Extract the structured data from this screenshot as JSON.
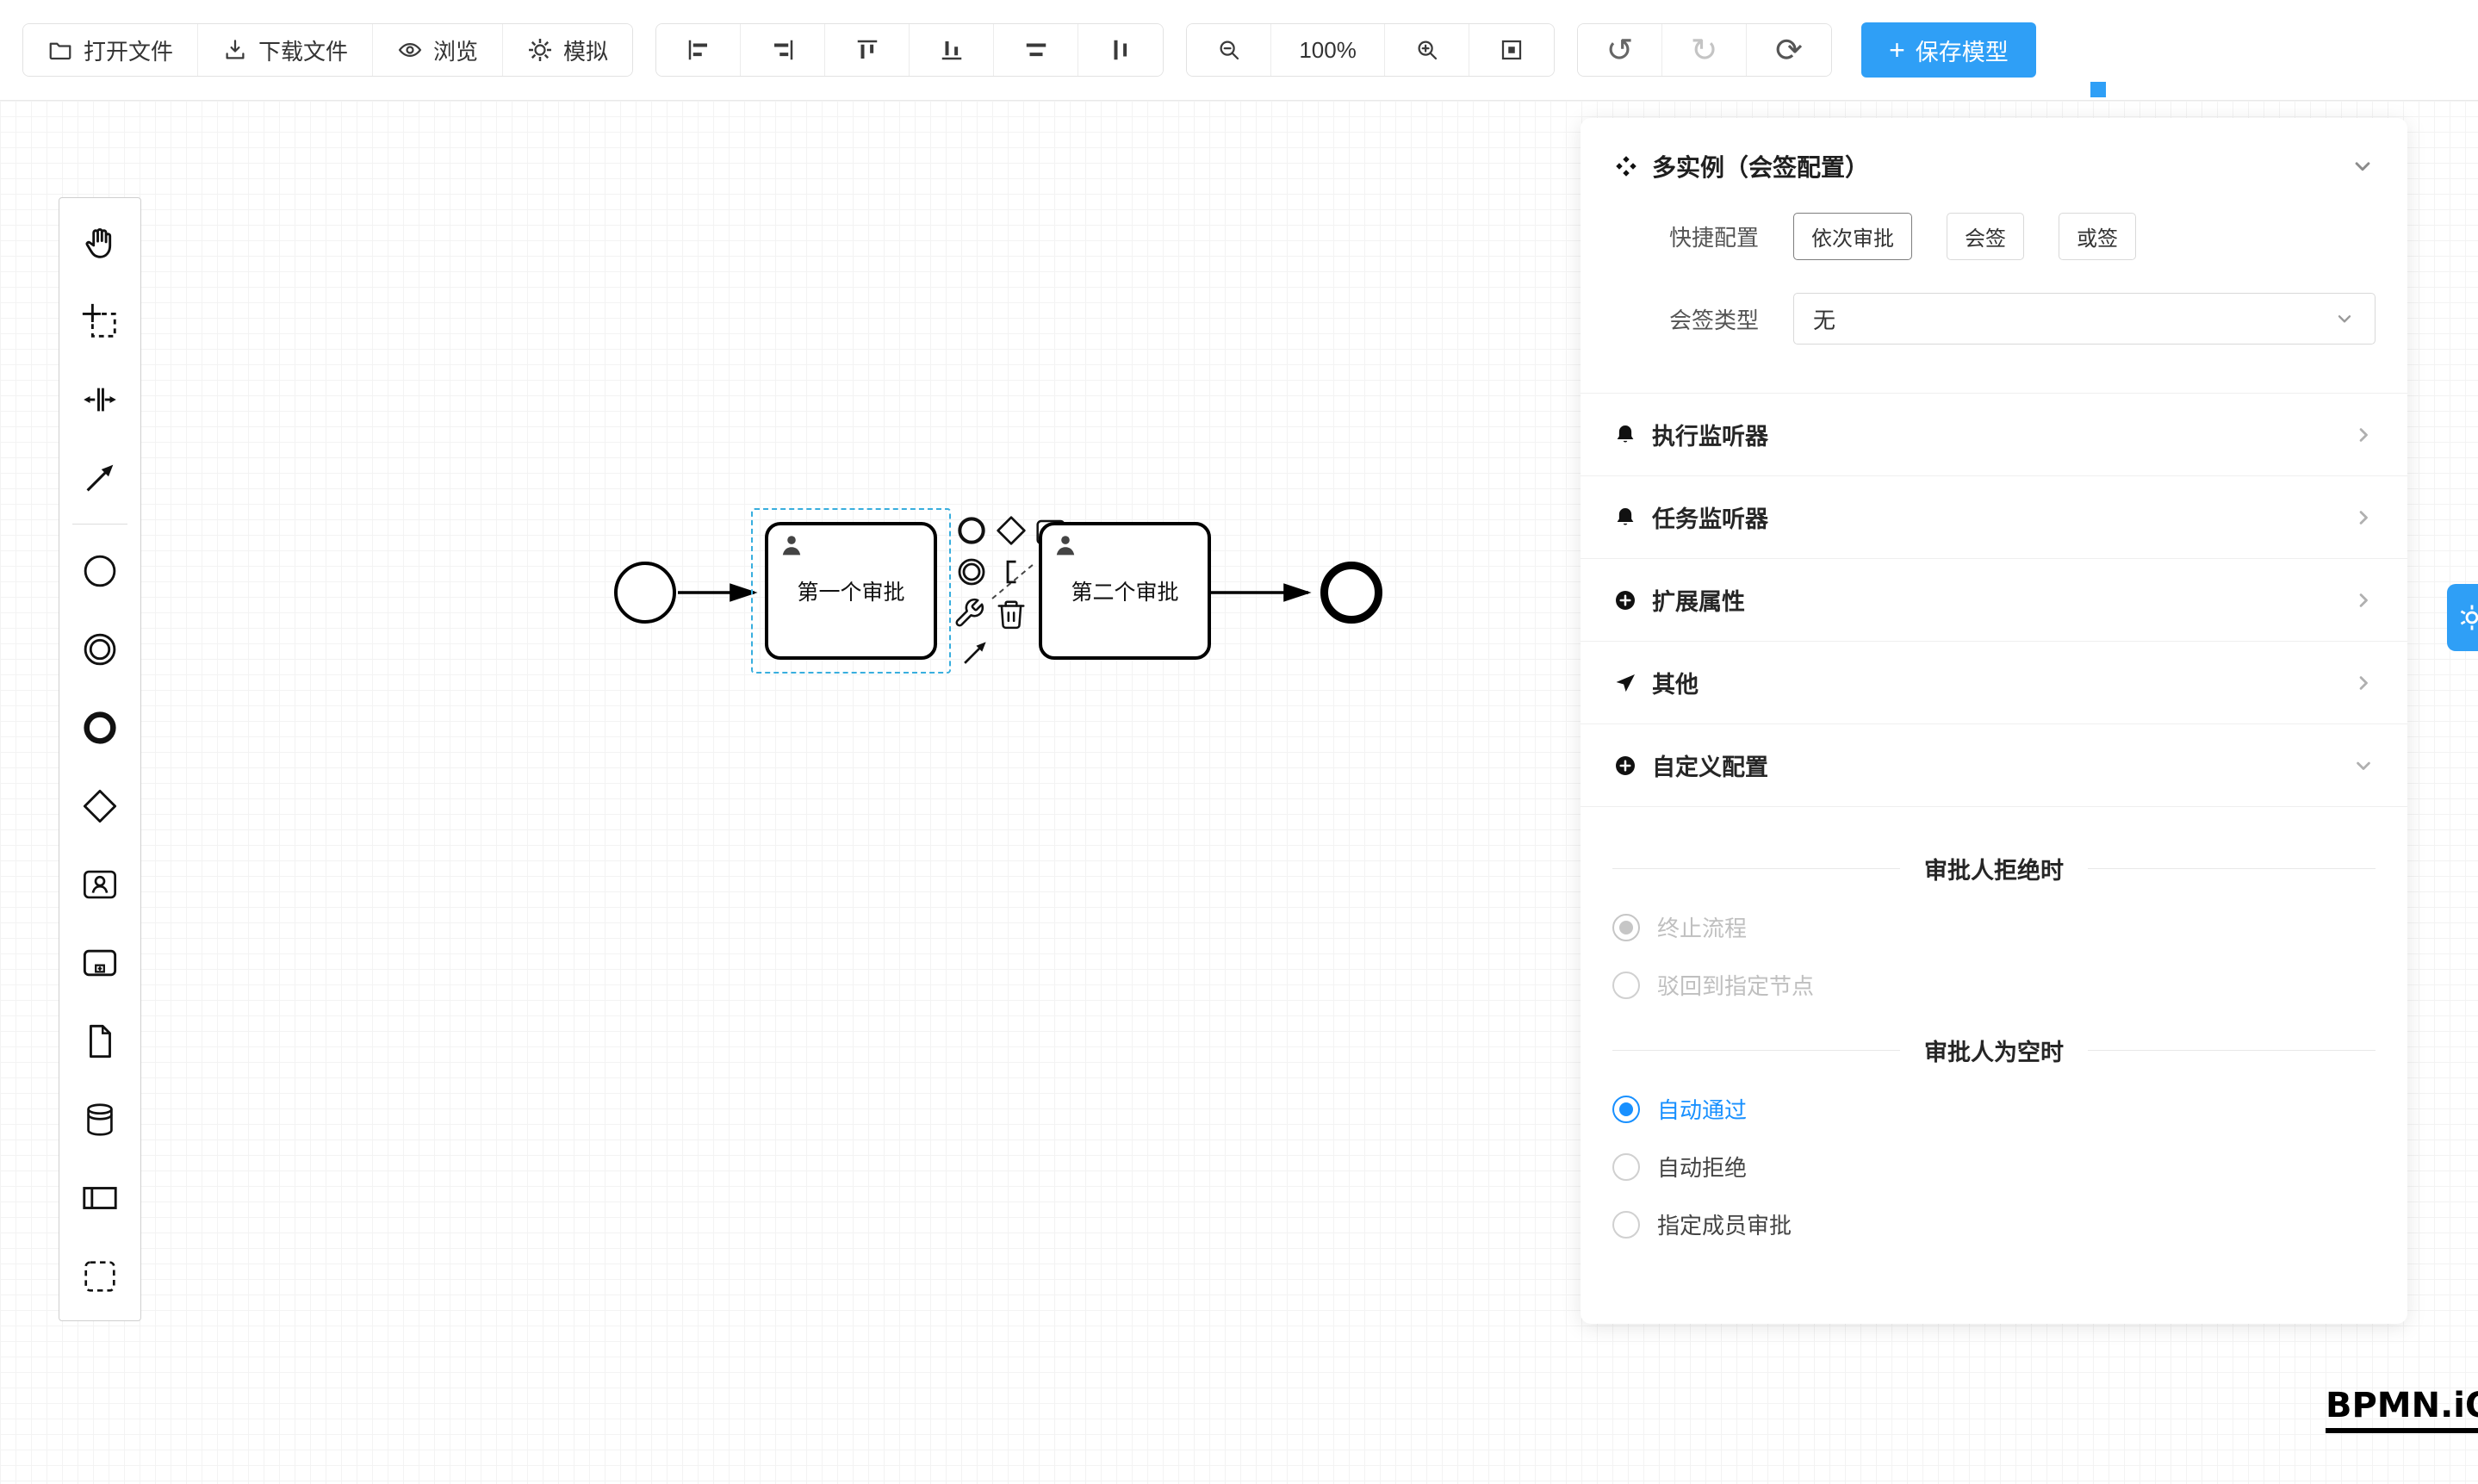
{
  "toolbar": {
    "open_file": "打开文件",
    "download_file": "下载文件",
    "preview": "浏览",
    "simulate": "模拟",
    "zoom_level": "100%",
    "save_model": "保存模型"
  },
  "icons": {
    "plus": "+",
    "undo": "↺",
    "redo": "↻",
    "refresh": "⟳",
    "toolbar_icons": [
      "folder-icon",
      "download-icon",
      "eye-icon",
      "gear-icon",
      "align-left-icon",
      "align-right-icon",
      "align-top-icon",
      "align-bottom-icon",
      "distribute-horizontal-icon",
      "distribute-vertical-icon",
      "zoom-out-icon",
      "zoom-in-icon",
      "fit-viewport-icon",
      "undo-icon",
      "redo-icon",
      "refresh-icon"
    ],
    "palette_items": [
      "hand-tool",
      "lasso-tool",
      "space-tool",
      "global-connect-tool",
      "create-start-event",
      "create-intermediate-event",
      "create-end-event",
      "create-gateway",
      "create-user-task",
      "create-subprocess",
      "create-document",
      "create-data-store",
      "create-participant",
      "create-group"
    ],
    "context_pad": [
      "append-end-event",
      "append-gateway",
      "append-user-task",
      "append-intermediate-event",
      "append-text-annotation",
      "change-type-wrench",
      "delete-trash",
      "connect-arrow"
    ]
  },
  "canvas": {
    "task1_label": "第一个审批",
    "task2_label": "第二个审批",
    "logo": "BPMN.iO"
  },
  "panel": {
    "title": "多实例（会签配置）",
    "quick_config_label": "快捷配置",
    "quick_options": [
      {
        "label": "依次审批",
        "active": true
      },
      {
        "label": "会签",
        "active": false
      },
      {
        "label": "或签",
        "active": false
      }
    ],
    "sign_type_label": "会签类型",
    "sign_type_value": "无",
    "accordion": [
      {
        "label": "执行监听器",
        "icon": "bell"
      },
      {
        "label": "任务监听器",
        "icon": "bell"
      },
      {
        "label": "扩展属性",
        "icon": "plus-circle"
      },
      {
        "label": "其他",
        "icon": "send"
      },
      {
        "label": "自定义配置",
        "icon": "plus-circle",
        "expanded": true
      }
    ],
    "reject_section_title": "审批人拒绝时",
    "reject_options": [
      {
        "label": "终止流程",
        "selected": true,
        "disabled": true
      },
      {
        "label": "驳回到指定节点",
        "selected": false,
        "disabled": true
      }
    ],
    "empty_section_title": "审批人为空时",
    "empty_options": [
      {
        "label": "自动通过",
        "selected": true
      },
      {
        "label": "自动拒绝",
        "selected": false
      },
      {
        "label": "指定成员审批",
        "selected": false
      }
    ]
  },
  "colors": {
    "accent": "#1890ff",
    "save_button": "#2f9ff6",
    "selection": "#38aede"
  }
}
